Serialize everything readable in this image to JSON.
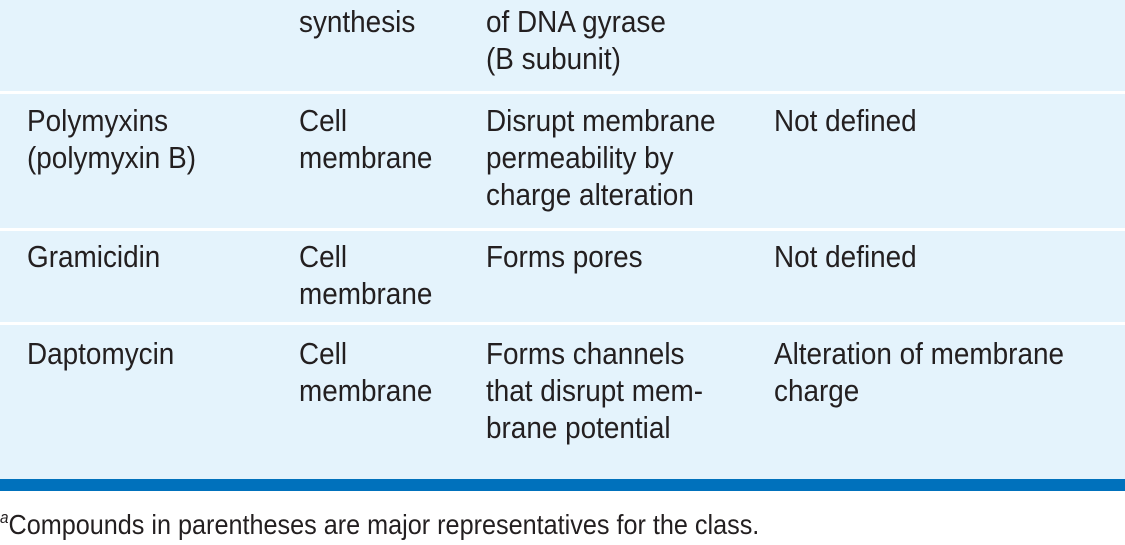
{
  "table": {
    "rows": [
      {
        "class_name": "",
        "target": "synthesis",
        "mechanism": "of DNA gyrase\n(B subunit)",
        "resistance": ""
      },
      {
        "class_name": "Polymyxins\n(polymyxin B)",
        "target": "Cell\nmembrane",
        "mechanism": "Disrupt membrane\npermeability by\ncharge alteration",
        "resistance": "Not defined"
      },
      {
        "class_name": "Gramicidin",
        "target": "Cell\nmembrane",
        "mechanism": "Forms pores",
        "resistance": "Not defined"
      },
      {
        "class_name": "Daptomycin",
        "target": "Cell\nmembrane",
        "mechanism": "Forms channels\nthat disrupt mem-\nbrane potential",
        "resistance": "Alteration of membrane\ncharge"
      }
    ]
  },
  "footnote": {
    "marker": "a",
    "text": "Compounds in parentheses are major representatives for the class."
  },
  "colors": {
    "row_background": "#e4f3fc",
    "rule": "#0071bc",
    "text": "#231f20"
  }
}
